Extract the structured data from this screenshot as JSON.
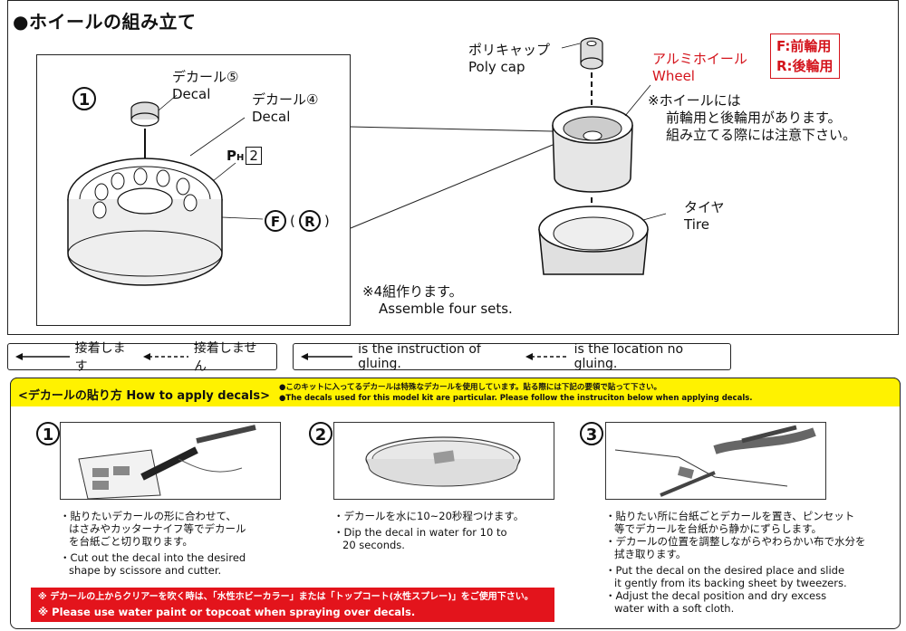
{
  "title": "●ホイールの組み立て",
  "step_number": "1",
  "labels": {
    "decal5_jp": "デカール⑤",
    "decal5_en": "Decal",
    "decal4_jp": "デカール④",
    "decal4_en": "Decal",
    "ph_prefix": "P",
    "ph_sub": "H",
    "ph_num": "2",
    "f_mark": "F",
    "r_mark": "R",
    "polycap_jp": "ポリキャップ",
    "polycap_en": "Poly cap",
    "wheel_jp": "アルミホイール",
    "wheel_en": "Wheel",
    "tire_jp": "タイヤ",
    "tire_en": "Tire",
    "fr_front": "F:前輪用",
    "fr_rear": "R:後輪用",
    "note1": "※ホイールには",
    "note2": "前輪用と後輪用があります。",
    "note3": "組み立てる際には注意下さい。",
    "sets_jp": "※4組作ります。",
    "sets_en": "Assemble four sets."
  },
  "legend": {
    "jp_glue": "接着します",
    "jp_noglue": "接着しません",
    "en_glue": "is the instruction of gluing.",
    "en_noglue": "is the location no gluing."
  },
  "decal_section": {
    "header": "<デカールの貼り方 How to apply decals>",
    "note_jp": "●このキットに入ってるデカールは特殊なデカールを使用しています。貼る際には下記の要領で貼って下さい。",
    "note_en": "●The decals used for this model kit are particular. Please follow the instruciton below when applying decals.",
    "steps": [
      {
        "num": "1",
        "jp1": "・貼りたいデカールの形に合わせて、",
        "jp2": "はさみやカッターナイフ等でデカール",
        "jp3": "を台紙ごと切り取ります。",
        "en1": "・Cut out the decal into the desired",
        "en2": "shape by scissore and cutter."
      },
      {
        "num": "2",
        "jp1": "・デカールを水に10~20秒程つけます。",
        "en1": "・Dip the decal in water for 10 to",
        "en2": "20 seconds."
      },
      {
        "num": "3",
        "jp1": "・貼りたい所に台紙ごとデカールを置き、ピンセット",
        "jp2": "等でデカールを台紙から静かにずらします。",
        "jp3": "・デカールの位置を調整しながらやわらかい布で水分を",
        "jp4": "拭き取ります。",
        "en1": "・Put the decal on the desired place and slide",
        "en2": "it gently from its backing sheet by tweezers.",
        "en3": "・Adjust the decal position and dry excess",
        "en4": "water with a soft cloth."
      }
    ],
    "warning_jp": "※ デカールの上からクリアーを吹く時は、「水性ホビーカラー」または「トップコート(水性スプレー)」をご使用下さい。",
    "warning_en": "※ Please use water paint or topcoat when spraying over decals."
  },
  "colors": {
    "accent_red": "#d4141c",
    "header_yellow": "#fff200",
    "line": "#111111"
  }
}
